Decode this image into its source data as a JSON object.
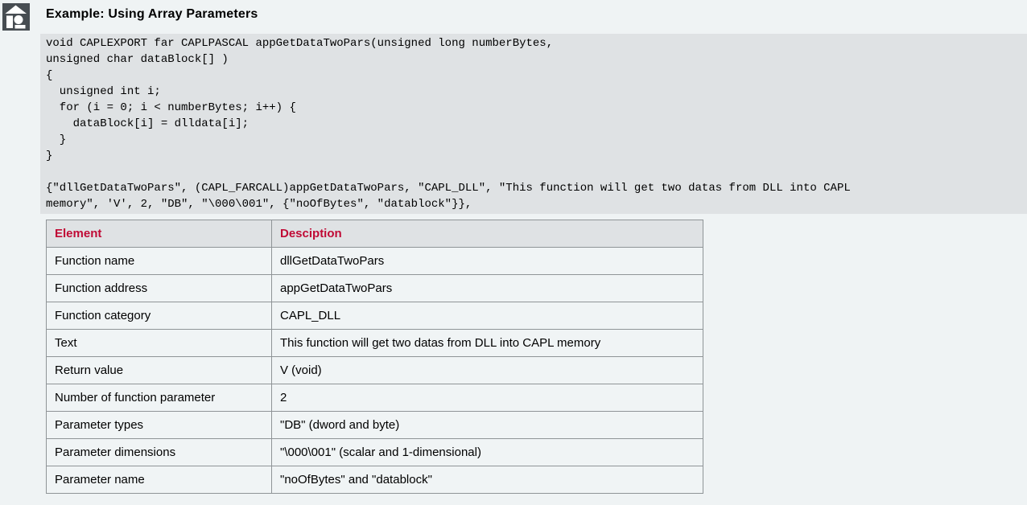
{
  "page": {
    "title": "Example: Using Array Parameters"
  },
  "toolbar": {
    "home_button": "home"
  },
  "code_block": {
    "text": "void CAPLEXPORT far CAPLPASCAL appGetDataTwoPars(unsigned long numberBytes,\nunsigned char dataBlock[] )\n{\n  unsigned int i;\n  for (i = 0; i < numberBytes; i++) {\n    dataBlock[i] = dlldata[i];\n  }\n}\n\n{\"dllGetDataTwoPars\", (CAPL_FARCALL)appGetDataTwoPars, \"CAPL_DLL\", \"This function will get two datas from DLL into CAPL\nmemory\", 'V', 2, \"DB\", \"\\000\\001\", {\"noOfBytes\", \"datablock\"}},"
  },
  "table": {
    "headers": [
      "Element",
      "Desciption"
    ],
    "rows": [
      [
        "Function name",
        "dllGetDataTwoPars"
      ],
      [
        "Function address",
        "appGetDataTwoPars"
      ],
      [
        "Function category",
        "CAPL_DLL"
      ],
      [
        "Text",
        "This function will get two datas from DLL into CAPL memory"
      ],
      [
        "Return value",
        "V (void)"
      ],
      [
        "Number of function parameter",
        "2"
      ],
      [
        "Parameter types",
        "\"DB\" (dword and byte)"
      ],
      [
        "Parameter dimensions",
        "\"\\000\\001\" (scalar and 1-dimensional)"
      ],
      [
        "Parameter name",
        "\"noOfBytes\" and \"datablock\""
      ]
    ]
  },
  "colors": {
    "page_background": "#eff3f4",
    "code_background": "#dfe2e4",
    "table_header_background": "#dfe2e4",
    "table_cell_background": "#f0f4f5",
    "table_header_text": "#c00a35",
    "table_border": "#8f9497",
    "home_icon_background": "#474d52"
  }
}
